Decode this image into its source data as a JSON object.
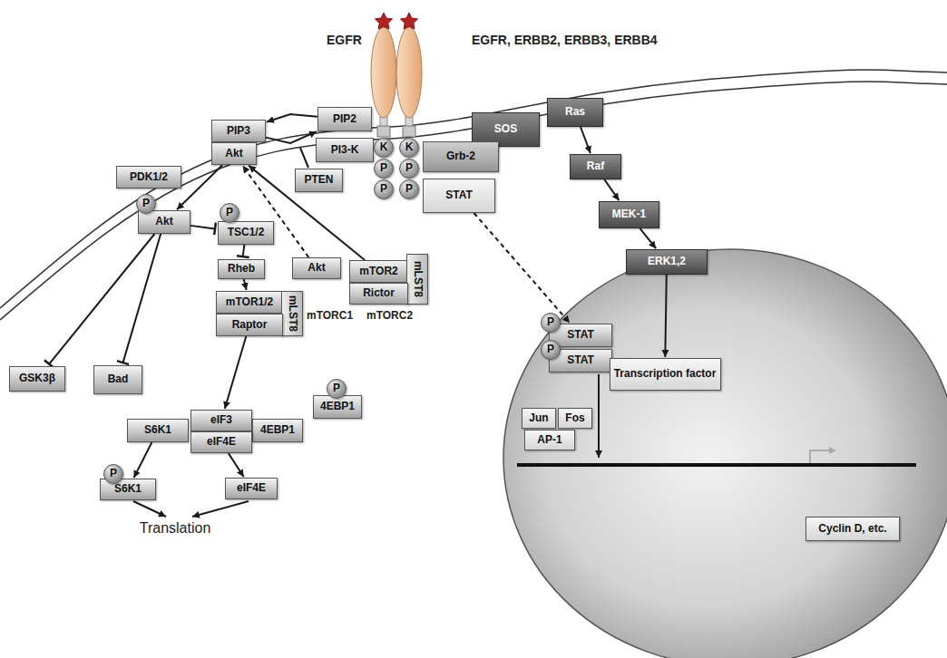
{
  "diagram": {
    "nodes": [
      {
        "text": [
          "PIP2"
        ]
      },
      {
        "text": [
          "Ras"
        ]
      },
      {
        "text": [
          "SOS"
        ]
      },
      {
        "text": [
          "PI3-K"
        ]
      },
      {
        "text": [
          "K"
        ]
      },
      {
        "text": [
          "K"
        ]
      },
      {
        "text": [
          "PIP3"
        ]
      },
      {
        "text": [
          "Akt"
        ]
      },
      {
        "text": [
          "Grb-2"
        ]
      },
      {
        "text": [
          "P"
        ]
      },
      {
        "text": [
          "P"
        ]
      },
      {
        "text": [
          "PDK1/2"
        ]
      },
      {
        "text": [
          "PTEN"
        ]
      },
      {
        "text": [
          "Raf"
        ]
      },
      {
        "text": [
          "P"
        ]
      },
      {
        "text": [
          "P"
        ]
      },
      {
        "text": [
          "STAT"
        ]
      },
      {
        "text": [
          "MEK-1"
        ]
      },
      {
        "text": [
          "P"
        ]
      },
      {
        "text": [
          "Akt"
        ]
      },
      {
        "text": [
          "P"
        ]
      },
      {
        "text": [
          "TSC1/2"
        ]
      },
      {
        "text": [
          "Akt"
        ]
      },
      {
        "text": [
          "ERK1,2"
        ]
      },
      {
        "text": [
          "mTOR2"
        ]
      },
      {
        "text": [
          "mLST8"
        ]
      },
      {
        "text": [
          "Rictor"
        ]
      },
      {
        "text": [
          "Rheb"
        ]
      },
      {
        "text": [
          "mTOR1/2"
        ]
      },
      {
        "text": [
          "mLST8"
        ]
      },
      {
        "text": [
          "Raptor"
        ]
      },
      {
        "text": [
          "P"
        ]
      },
      {
        "text": [
          "STAT"
        ]
      },
      {
        "text": [
          "P"
        ]
      },
      {
        "text": [
          "STAT"
        ]
      },
      {
        "text": [
          "Transcription factor"
        ]
      },
      {
        "text": [
          "GSK3β"
        ]
      },
      {
        "text": [
          "Bad"
        ]
      },
      {
        "text": [
          "P"
        ]
      },
      {
        "text": [
          "4EBP1"
        ]
      },
      {
        "text": [
          "eIF3"
        ]
      },
      {
        "text": [
          "S6K1"
        ]
      },
      {
        "text": [
          "4EBP1"
        ]
      },
      {
        "text": [
          "eIF4E"
        ]
      },
      {
        "text": [
          "Jun"
        ]
      },
      {
        "text": [
          "Fos"
        ]
      },
      {
        "text": [
          "AP-1"
        ]
      },
      {
        "text": [
          "P"
        ]
      },
      {
        "text": [
          "S6K1"
        ]
      },
      {
        "text": [
          "eIF4E"
        ]
      },
      {
        "text": [
          "Cyclin D, etc."
        ]
      }
    ],
    "edges": [
      {
        "from": 0,
        "to": 6,
        "arrow": "to"
      },
      {
        "from": 6,
        "to": 0,
        "arrow": "to"
      },
      {
        "from": 22,
        "to": 7,
        "arrow": "to"
      },
      {
        "from": 24,
        "to": 7,
        "arrow": "to"
      },
      {
        "from": 7,
        "to": 19,
        "arrow": "to"
      },
      {
        "from": 19,
        "to": 36,
        "arrow": "to"
      },
      {
        "from": 19,
        "to": 37,
        "arrow": "to"
      },
      {
        "from": 19,
        "to": 21,
        "arrow": "to"
      },
      {
        "from": 21,
        "to": 27,
        "arrow": "to"
      },
      {
        "from": 27,
        "to": 28,
        "arrow": "to"
      },
      {
        "from": 30,
        "to": 40,
        "arrow": "to"
      },
      {
        "from": 41,
        "to": 48,
        "arrow": "to"
      },
      {
        "from": 43,
        "to": 49,
        "arrow": "to"
      },
      {
        "from": 1,
        "to": 13,
        "arrow": "to"
      },
      {
        "from": 13,
        "to": 17,
        "arrow": "to"
      },
      {
        "from": 17,
        "to": 23,
        "arrow": "to"
      },
      {
        "from": 23,
        "to": 35,
        "arrow": "to"
      },
      {
        "from": 16,
        "to": 32,
        "arrow": "to"
      }
    ],
    "labels": [
      "EGFR",
      "EGFR, ERBB2, ERBB3, ERBB4",
      "mTORC1",
      "mTORC2",
      "Translation"
    ]
  }
}
